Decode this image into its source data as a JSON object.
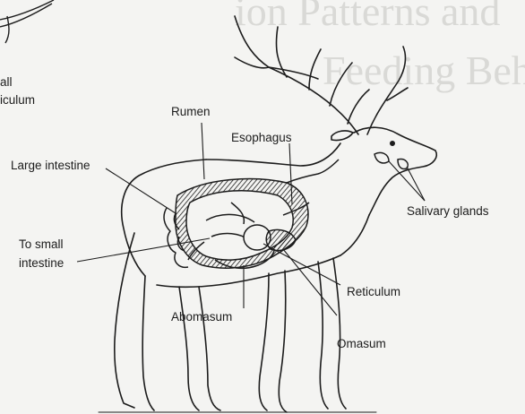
{
  "background_text": {
    "line1": "ion Patterns and",
    "line2": "Feeding Beh"
  },
  "fragment_labels": {
    "line1": "all",
    "line2": "iculum"
  },
  "labels": {
    "rumen": "Rumen",
    "esophagus": "Esophagus",
    "large_intestine": "Large intestine",
    "salivary_glands": "Salivary glands",
    "to_small_intestine_line1": "To small",
    "to_small_intestine_line2": "intestine",
    "reticulum": "Reticulum",
    "abomasum": "Abomasum",
    "omasum": "Omasum"
  },
  "colors": {
    "ink": "#1c1c1c",
    "paper": "#f4f4f2",
    "bleed_through": "#d9d9d6"
  }
}
